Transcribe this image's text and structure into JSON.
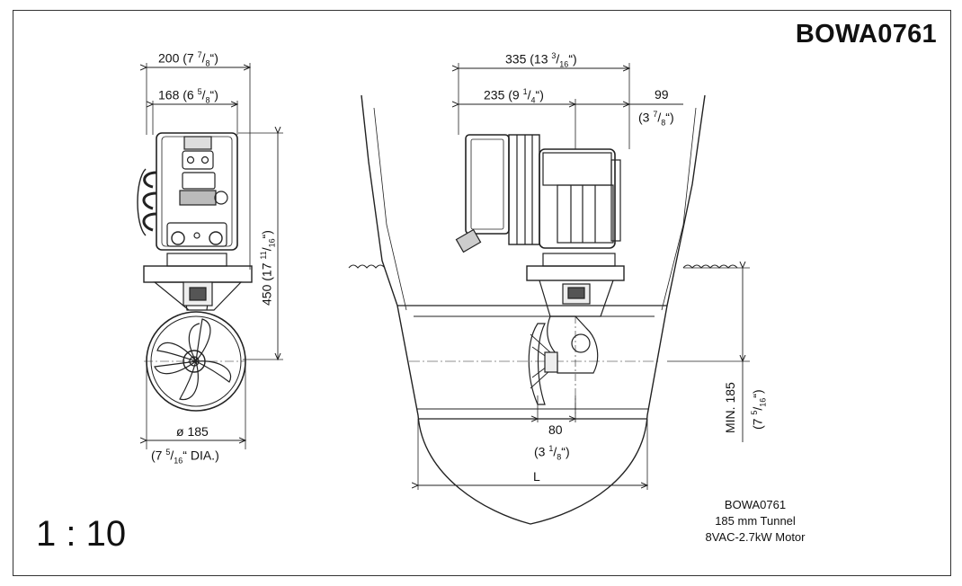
{
  "drawing": {
    "code": "BOWA0761",
    "scale": "1 : 10",
    "note_lines": [
      "BOWA0761",
      "185 mm Tunnel",
      "8VAC-2.7kW Motor"
    ]
  },
  "dimensions": {
    "width_outer": {
      "mm": "200",
      "in_whole": "7",
      "in_num": "7",
      "in_den": "8"
    },
    "width_inner": {
      "mm": "168",
      "in_whole": "6",
      "in_num": "5",
      "in_den": "8"
    },
    "height": {
      "mm": "450",
      "in_whole": "17",
      "in_num": "11",
      "in_den": "16"
    },
    "diameter": {
      "label": "ø 185",
      "in_whole": "7",
      "in_num": "5",
      "in_den": "16",
      "suffix": "DIA."
    },
    "length_total": {
      "mm": "335",
      "in_whole": "13",
      "in_num": "3",
      "in_den": "16"
    },
    "length_motor": {
      "mm": "235",
      "in_whole": "9",
      "in_num": "1",
      "in_den": "4"
    },
    "length_tail": {
      "mm": "99",
      "in_whole": "3",
      "in_num": "7",
      "in_den": "8"
    },
    "offset": {
      "mm": "80",
      "in_whole": "3",
      "in_num": "1",
      "in_den": "8"
    },
    "tunnel_length": {
      "label": "L"
    },
    "min_depth": {
      "label": "MIN. 185",
      "in_whole": "7",
      "in_num": "5",
      "in_den": "16"
    }
  }
}
